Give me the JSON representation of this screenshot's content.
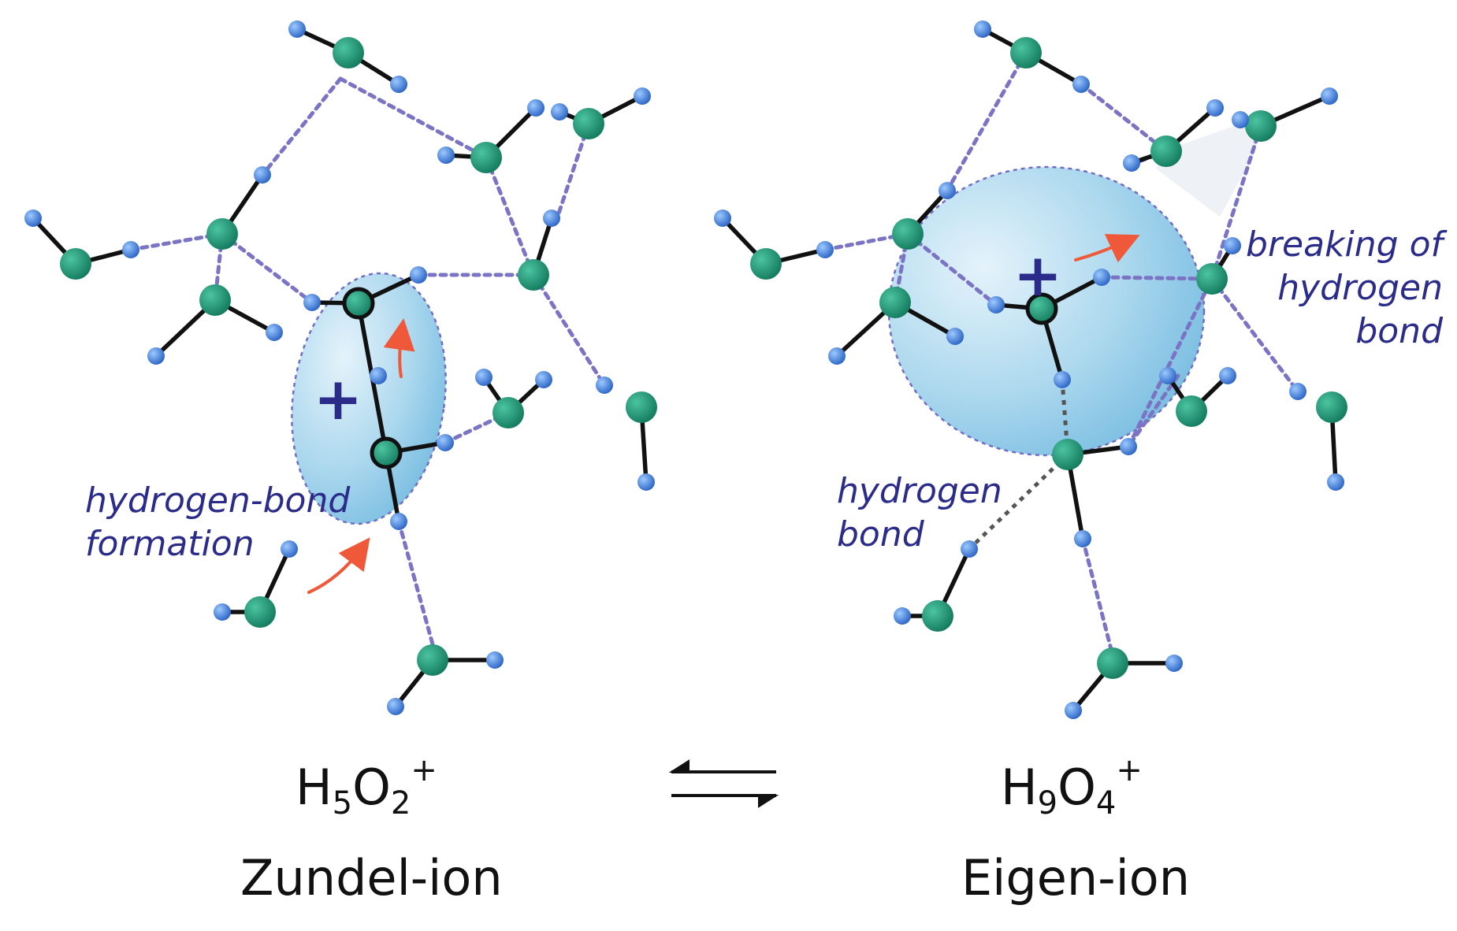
{
  "annotations": {
    "hb_formation": [
      "hydrogen-bond",
      "formation"
    ],
    "hydrogen_bond": [
      "hydrogen",
      "bond"
    ],
    "breaking": [
      "breaking of",
      "hydrogen",
      "bond"
    ]
  },
  "zundel": {
    "formula_base": "H",
    "formula_h_count": "5",
    "formula_mid": "O",
    "formula_o_count": "2",
    "formula_charge": "+",
    "name": "Zundel-ion",
    "charge_symbol": "+"
  },
  "eigen": {
    "formula_base": "H",
    "formula_h_count": "9",
    "formula_mid": "O",
    "formula_o_count": "4",
    "formula_charge": "+",
    "name": "Eigen-ion",
    "charge_symbol": "+"
  },
  "colors": {
    "oxygen": "#1f9a7a",
    "hydrogen": "#3d7fd9",
    "covalent_bond": "#111111",
    "hydrogen_bond": "#7b74c4",
    "labels": "#2b2c8a",
    "arrow": "#f0583a",
    "cloud": "#9fd2ea"
  },
  "icons": {
    "equilibrium": "equilibrium-arrows-icon"
  }
}
